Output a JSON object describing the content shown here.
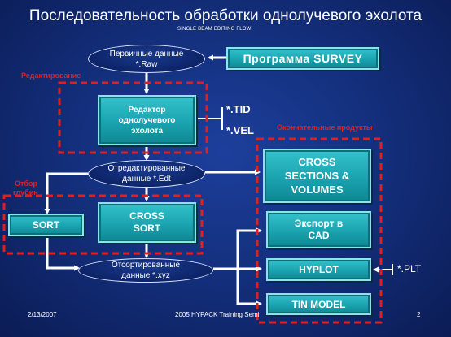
{
  "title": "Последовательность обработки однолучевого эхолота",
  "subtitle": "SINGLE BEAM EDITING FLOW",
  "nodes": {
    "raw": {
      "line1": "Первичные данные",
      "line2": "*.Raw"
    },
    "survey": "Программа SURVEY",
    "editor": {
      "line1": "Редактор",
      "line2": "однолучевого",
      "line3": "эхолота"
    },
    "edited": {
      "line1": "Отредактированные",
      "line2": "данные *.Edt"
    },
    "sort": "SORT",
    "cross_sort": {
      "line1": "CROSS",
      "line2": "SORT"
    },
    "sorted": {
      "line1": "Отсортированные",
      "line2": "данные *.xyz"
    },
    "cross_sections": {
      "line1": "CROSS",
      "line2": "SECTIONS &",
      "line3": "VOLUMES"
    },
    "export_cad": {
      "line1": "Экспорт в",
      "line2": "CAD"
    },
    "hyplot": "HYPLOT",
    "tin_model": "TIN MODEL"
  },
  "extensions": {
    "tid": "*.TID",
    "vel": "*.VEL",
    "plt": "*.PLT"
  },
  "labels": {
    "editing": "Редактирование",
    "final_products": "Окончательные продукты",
    "depth_selection_1": "Отбор",
    "depth_selection_2": "глубин"
  },
  "footer": {
    "date": "2/13/2007",
    "center": "2005 HYPACK Training Semi",
    "page": "2"
  },
  "colors": {
    "background": "#14307e",
    "box": "#1aa3b0",
    "dashed_frame": "#e02020",
    "arrows": "#ffffff"
  }
}
